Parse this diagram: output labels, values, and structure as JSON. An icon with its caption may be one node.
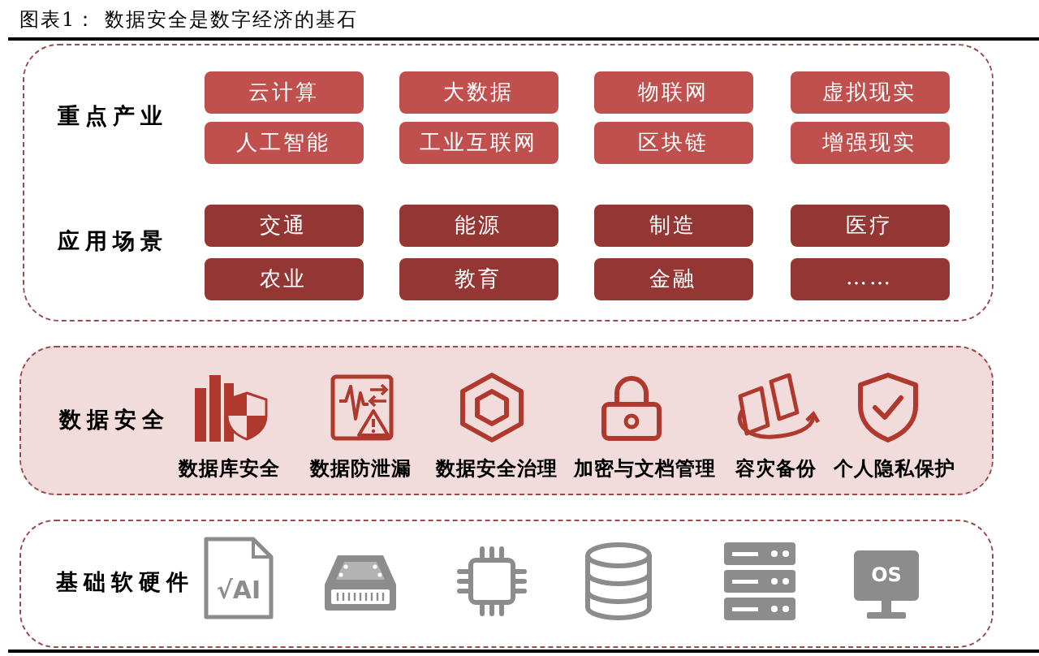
{
  "diagram": {
    "title": "图表1： 数据安全是数字经济的基石",
    "nodes": [
      {
        "text": [
          "重点产业",
          "应用场景"
        ]
      },
      {
        "text": [
          "云计算"
        ],
        "in": 0
      },
      {
        "text": [
          "大数据"
        ],
        "in": 0
      },
      {
        "text": [
          "物联网"
        ],
        "in": 0
      },
      {
        "text": [
          "虚拟现实"
        ],
        "in": 0
      },
      {
        "text": [
          "人工智能"
        ],
        "in": 0
      },
      {
        "text": [
          "工业互联网"
        ],
        "in": 0
      },
      {
        "text": [
          "区块链"
        ],
        "in": 0
      },
      {
        "text": [
          "增强现实"
        ],
        "in": 0
      },
      {
        "text": [
          "交通"
        ],
        "in": 0
      },
      {
        "text": [
          "能源"
        ],
        "in": 0
      },
      {
        "text": [
          "制造"
        ],
        "in": 0
      },
      {
        "text": [
          "医疗"
        ],
        "in": 0
      },
      {
        "text": [
          "农业"
        ],
        "in": 0
      },
      {
        "text": [
          "教育"
        ],
        "in": 0
      },
      {
        "text": [
          "金融"
        ],
        "in": 0
      },
      {
        "text": [
          "……"
        ],
        "in": 0
      },
      {
        "text": [
          "数据安全"
        ]
      },
      {
        "text": [
          "基础软硬件"
        ]
      }
    ],
    "labels": [
      "数据库安全",
      "数据防泄漏",
      "数据安全治理",
      "加密与文档管理",
      "容灾备份",
      "个人隐私保护",
      "√AI",
      "OS"
    ]
  }
}
